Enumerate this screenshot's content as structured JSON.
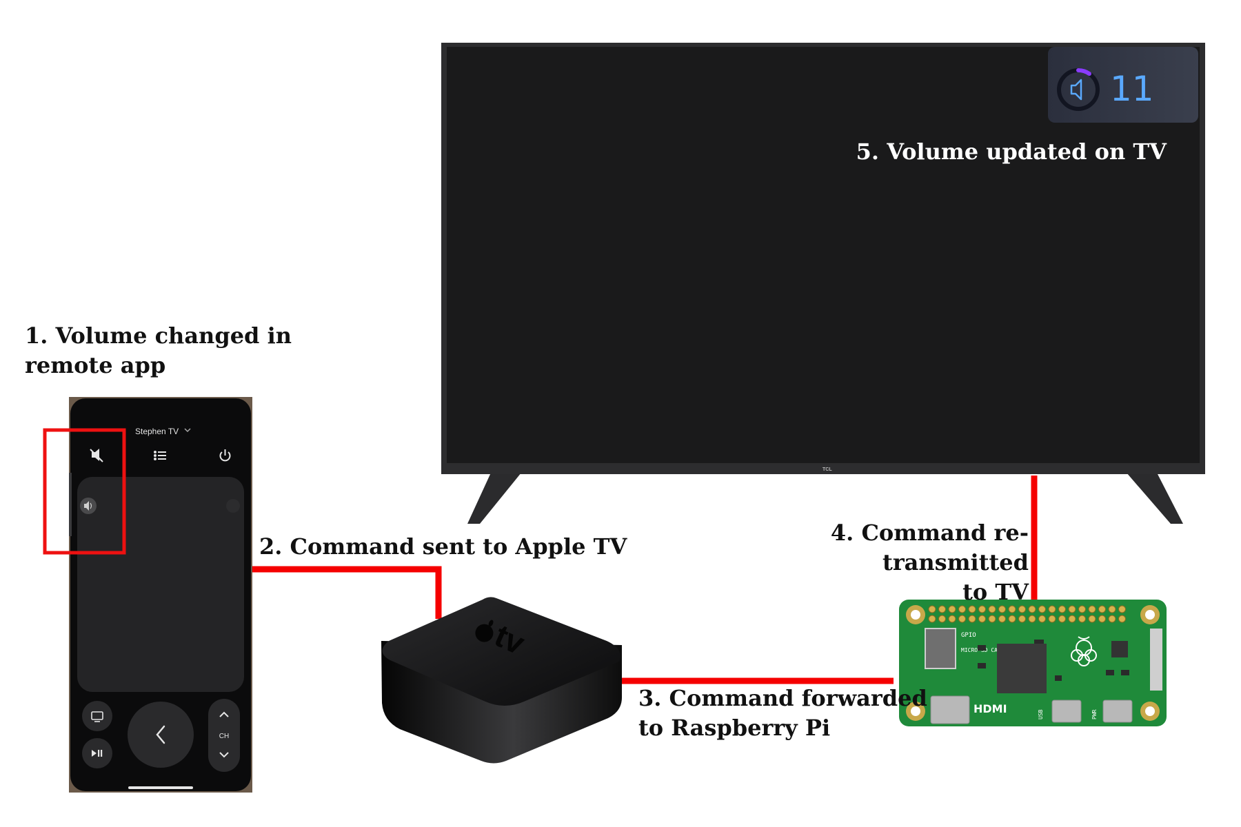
{
  "steps": {
    "step1": {
      "line1": "1. Volume changed in",
      "line2": "remote app"
    },
    "step2": {
      "line1": "2. Command sent to Apple TV"
    },
    "step3": {
      "line1": "3. Command forwarded",
      "line2": "to Raspberry Pi"
    },
    "step4": {
      "line1": "4. Command re-transmitted",
      "line2": "to TV"
    },
    "step5": {
      "line1": "5. Volume updated on TV"
    }
  },
  "remote_app": {
    "device_name": "Stephen TV",
    "channel_label": "CH",
    "icons": [
      "mute-icon",
      "list-icon",
      "power-icon",
      "speaker-icon",
      "tv-icon",
      "play-pause-icon",
      "back-chevron-icon",
      "chevron-up-icon",
      "chevron-down-icon"
    ]
  },
  "tv": {
    "brand": "TCL",
    "volume_level": "11"
  },
  "apple_tv": {
    "logo_text": "tv"
  },
  "raspberry_pi": {
    "silk_gpio": "GPIO",
    "silk_sd": "MICRO SD CARD",
    "silk_hdmi": "HDMI",
    "silk_usb": "USB",
    "silk_pwr": "PWR"
  },
  "colors": {
    "connector": "#f50000",
    "highlight": "#ee1111",
    "tv_screen": "#1a1a1b",
    "remote_bg": "#0b0b0c",
    "pi_board": "#1f8a3a",
    "volume_accent": "#4aa3ff"
  }
}
